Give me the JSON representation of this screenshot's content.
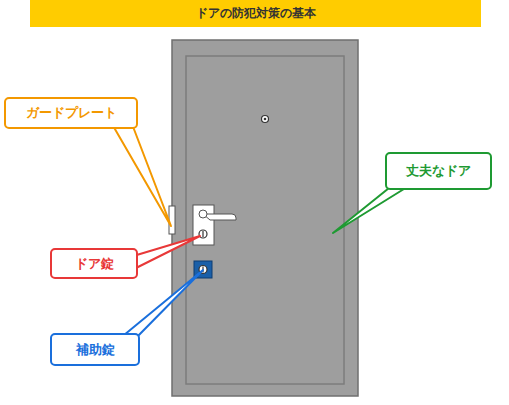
{
  "diagram": {
    "title": "ドアの防犯対策の基本",
    "nodes": [
      {
        "text": [
          "ガードプレート"
        ]
      },
      {
        "text": [
          "丈夫なドア"
        ]
      },
      {
        "text": [
          "ドア錠"
        ]
      },
      {
        "text": [
          "補助錠"
        ]
      }
    ]
  }
}
